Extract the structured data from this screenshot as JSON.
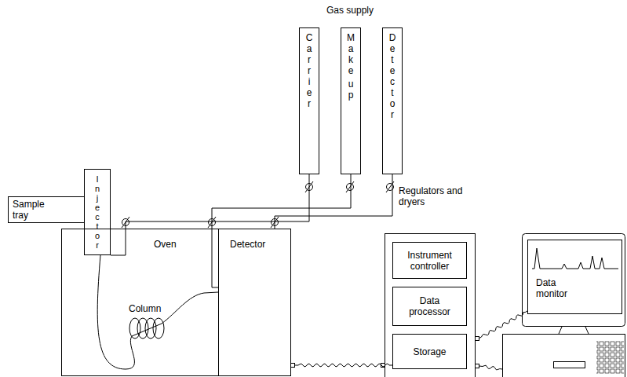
{
  "diagram": {
    "nodes": [
      {
        "text": [
          "Carrier"
        ]
      },
      {
        "text": [
          "Make up"
        ]
      },
      {
        "text": [
          "Detector"
        ]
      },
      {
        "text": [
          "Sample tray"
        ]
      },
      {
        "text": [
          "Injector"
        ]
      },
      {
        "text": [
          "Oven"
        ]
      },
      {
        "text": [
          "Detector"
        ],
        "in": 5
      },
      {
        "text": [
          "Instrument controller"
        ]
      },
      {
        "text": [
          "Data processor"
        ]
      },
      {
        "text": [
          "Storage"
        ]
      },
      {
        "text": [
          "Data monitor"
        ]
      }
    ],
    "edges": [
      {
        "from": 0,
        "to": 4,
        "arrow": "none"
      },
      {
        "from": 1,
        "to": 6,
        "arrow": "none"
      },
      {
        "from": 2,
        "to": 6,
        "arrow": "none"
      },
      {
        "from": 4,
        "to": 6,
        "arrow": "none"
      },
      {
        "from": 6,
        "to": 9,
        "arrow": "none"
      },
      {
        "from": 9,
        "to": 10,
        "arrow": "none"
      }
    ],
    "labels": [
      "Gas supply",
      "Regulators and dryers",
      "Column"
    ]
  }
}
